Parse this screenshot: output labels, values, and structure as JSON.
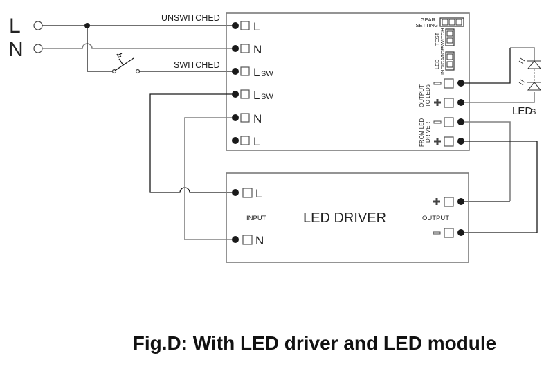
{
  "mains": {
    "line_label": "L",
    "neutral_label": "N",
    "unswitched_label": "UNSWITCHED",
    "switched_label": "SWITCHED"
  },
  "controller": {
    "left_terminals": [
      {
        "label": "L",
        "sub": ""
      },
      {
        "label": "N",
        "sub": ""
      },
      {
        "label": "L",
        "sub": "SW"
      },
      {
        "label": "L",
        "sub": "SW"
      },
      {
        "label": "N",
        "sub": ""
      },
      {
        "label": "L",
        "sub": ""
      }
    ],
    "gear_setting_line1": "GEAR",
    "gear_setting_line2": "SETTING",
    "test_switch_line1": "TEST",
    "test_switch_line2": "SWITCH",
    "led_indicator_line1": "LED",
    "led_indicator_line2": "INDICATOR",
    "output_to_leds_line1": "OUTPUT",
    "output_to_leds_line2": "TO LEDs",
    "from_led_driver_line1": "FROM LED",
    "from_led_driver_line2": "DRIVER",
    "right_terminals": [
      "−",
      "+",
      "−",
      "+"
    ]
  },
  "leds": {
    "label_main": "LED",
    "label_sub": "S"
  },
  "driver": {
    "title": "LED DRIVER",
    "input_label": "INPUT",
    "output_label": "OUTPUT",
    "input_terminals": [
      "L",
      "N"
    ],
    "output_terminals": [
      "+",
      "−"
    ]
  },
  "caption": "Fig.D: With LED driver and LED module"
}
